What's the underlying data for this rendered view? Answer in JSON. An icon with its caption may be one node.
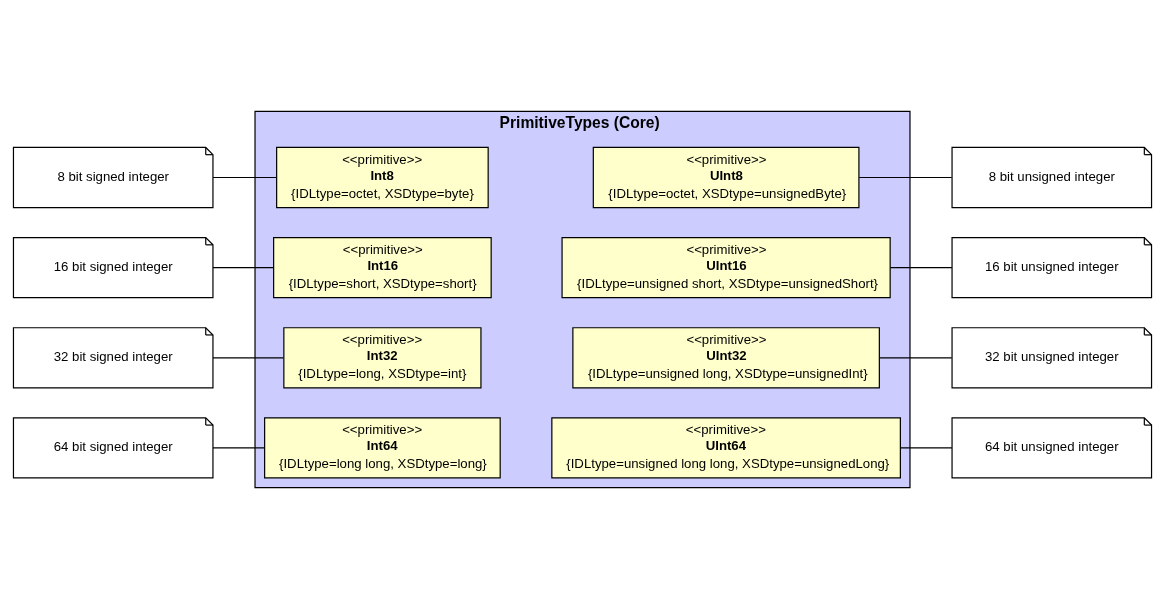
{
  "diagram": {
    "nodes": [
      {
        "text": [
          "PrimitiveTypes (Core)"
        ]
      },
      {
        "text": [
          "<<primitive>>",
          "Int8",
          "{IDLtype=octet, XSDtype=byte}"
        ],
        "in": 0
      },
      {
        "text": [
          "<<primitive>>",
          "UInt8",
          "{IDLtype=octet, XSDtype=unsignedByte}"
        ],
        "in": 0
      },
      {
        "text": [
          "<<primitive>>",
          "Int16",
          "{IDLtype=short, XSDtype=short}"
        ],
        "in": 0
      },
      {
        "text": [
          "<<primitive>>",
          "UInt16",
          "{IDLtype=unsigned short, XSDtype=unsignedShort}"
        ],
        "in": 0
      },
      {
        "text": [
          "<<primitive>>",
          "Int32",
          "{IDLtype=long, XSDtype=int}"
        ],
        "in": 0
      },
      {
        "text": [
          "<<primitive>>",
          "UInt32",
          "{IDLtype=unsigned long, XSDtype=unsignedInt}"
        ],
        "in": 0
      },
      {
        "text": [
          "<<primitive>>",
          "Int64",
          "{IDLtype=long long, XSDtype=long}"
        ],
        "in": 0
      },
      {
        "text": [
          "<<primitive>>",
          "UInt64",
          "{IDLtype=unsigned long long, XSDtype=unsignedLong}"
        ],
        "in": 0
      },
      {
        "text": [
          "8 bit signed integer"
        ]
      },
      {
        "text": [
          "8 bit unsigned integer"
        ]
      },
      {
        "text": [
          "16 bit signed integer"
        ]
      },
      {
        "text": [
          "16 bit unsigned integer"
        ]
      },
      {
        "text": [
          "32 bit signed integer"
        ]
      },
      {
        "text": [
          "32 bit unsigned integer"
        ]
      },
      {
        "text": [
          "64 bit signed integer"
        ]
      },
      {
        "text": [
          "64 bit unsigned integer"
        ]
      }
    ],
    "edges": [
      {
        "from": 9,
        "to": 1,
        "arrow": "none"
      },
      {
        "from": 2,
        "to": 10,
        "arrow": "none"
      },
      {
        "from": 11,
        "to": 3,
        "arrow": "none"
      },
      {
        "from": 4,
        "to": 12,
        "arrow": "none"
      },
      {
        "from": 13,
        "to": 5,
        "arrow": "none"
      },
      {
        "from": 6,
        "to": 14,
        "arrow": "none"
      },
      {
        "from": 15,
        "to": 7,
        "arrow": "none"
      },
      {
        "from": 8,
        "to": 16,
        "arrow": "none"
      }
    ]
  }
}
